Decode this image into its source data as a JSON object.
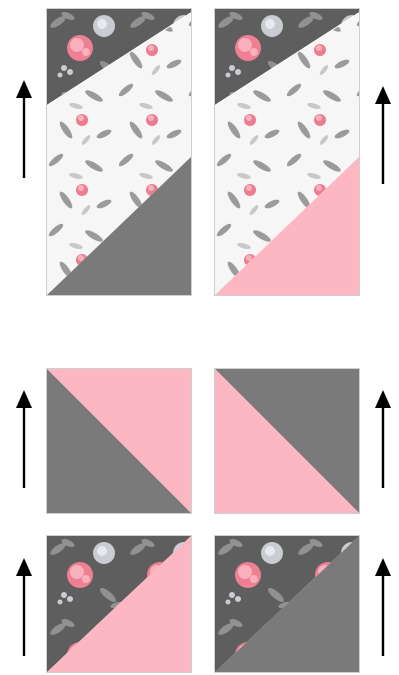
{
  "colors": {
    "gray": "#7a7a7a",
    "pink": "#fdb7c2",
    "dark_floral_bg": "#5e5e5e",
    "light_floral_bg": "#f6f6f6",
    "arrow": "#000000"
  },
  "blocks": [
    {
      "name": "tall-block-left",
      "top": "dark-floral",
      "middle": "light-floral",
      "bottom": "gray",
      "arrow": "up"
    },
    {
      "name": "tall-block-right",
      "top": "dark-floral",
      "middle": "light-floral",
      "bottom": "pink",
      "arrow": "up"
    },
    {
      "name": "hst-pink-gray",
      "upper_right": "pink",
      "lower_left": "gray",
      "arrow": "up"
    },
    {
      "name": "hst-gray-pink",
      "upper_right": "gray",
      "lower_left": "pink",
      "arrow": "up"
    },
    {
      "name": "hst-floral-pink",
      "upper_left": "dark-floral",
      "lower_right": "pink",
      "arrow": "up"
    },
    {
      "name": "hst-floral-gray",
      "upper_left": "dark-floral",
      "lower_right": "gray",
      "arrow": "up"
    }
  ]
}
